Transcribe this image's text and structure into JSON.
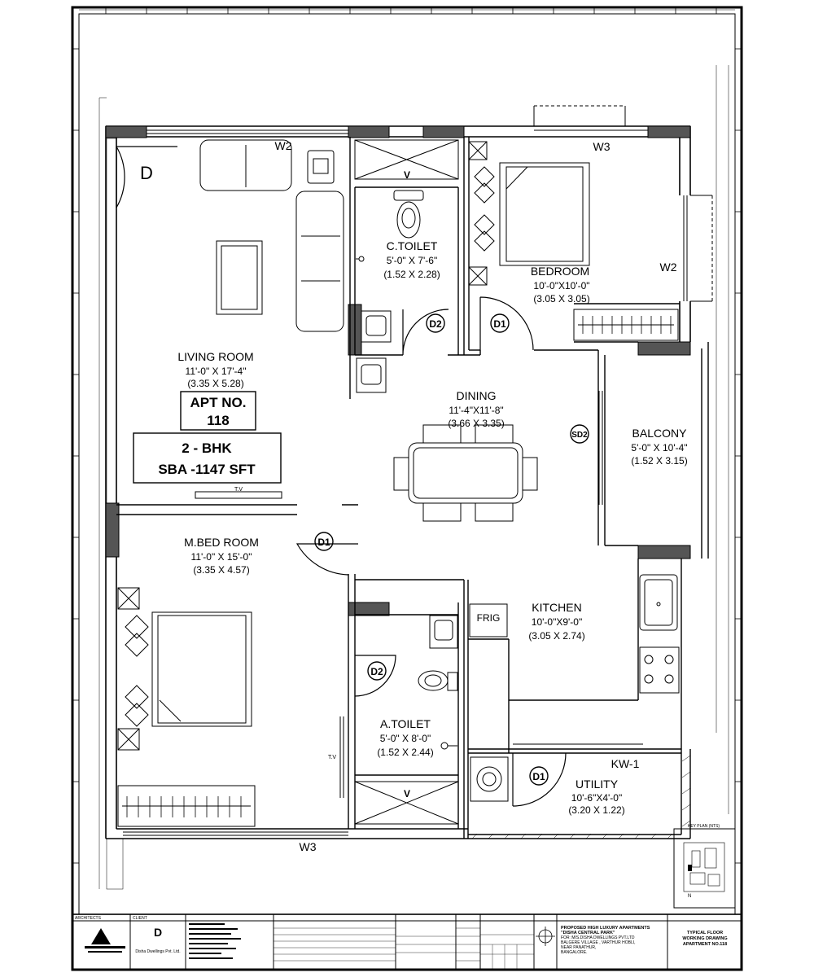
{
  "rooms": {
    "living": {
      "name": "LIVING ROOM",
      "size": "11'-0\" X 17'-4\"",
      "metric": "(3.35 X 5.28)"
    },
    "ctoilet": {
      "name": "C.TOILET",
      "size": "5'-0\" X 7'-6\"",
      "metric": "(1.52 X 2.28)"
    },
    "bedroom": {
      "name": "BEDROOM",
      "size": "10'-0\"X10'-0\"",
      "metric": "(3.05 X 3.05)"
    },
    "dining": {
      "name": "DINING",
      "size": "11'-4\"X11'-8\"",
      "metric": "(3.66 X 3.35)"
    },
    "balcony": {
      "name": "BALCONY",
      "size": "5'-0\" X 10'-4\"",
      "metric": "(1.52 X 3.15)"
    },
    "mbed": {
      "name": "M.BED ROOM",
      "size": "11'-0\" X 15'-0\"",
      "metric": "(3.35 X 4.57)"
    },
    "kitchen": {
      "name": "KITCHEN",
      "size": "10'-0\"X9'-0\"",
      "metric": "(3.05 X 2.74)"
    },
    "atoilet": {
      "name": "A.TOILET",
      "size": "5'-0\" X 8'-0\"",
      "metric": "(1.52 X 2.44)"
    },
    "utility": {
      "name": "UTILITY",
      "size": "10'-6\"X4'-0\"",
      "metric": "(3.20 X 1.22)"
    }
  },
  "apt": {
    "line1": "APT NO.",
    "line2": "118"
  },
  "unit": {
    "line1": "2 - BHK",
    "line2": "SBA -1147 SFT"
  },
  "openings": {
    "main_door": "D",
    "d1": "D1",
    "d2": "D2",
    "sd2": "SD2",
    "w2": "W2",
    "w3": "W3",
    "kw1": "KW-1",
    "v": "V",
    "frig": "FRIG",
    "tv": "T.V"
  },
  "title_block": {
    "architects": "ARCHITECTS",
    "client": "CLIENT",
    "client_name": "Disha Dwellings Pvt. Ltd.",
    "project_line1": "PROPOSED HIGH LUXURY APARTMENTS",
    "project_line2": "\"DISHA CENTRAL PARK\"",
    "project_line3": "FOR :M/S.DISHA DWELLINGS PVT.LTD",
    "project_line4": "BALGERE VILLAGE , VARTHUR HOBLI,",
    "project_line5": "NEAR PANATHUR,",
    "project_line6": "BANGALORE.",
    "drawing_line1": "TYPICAL FLOOR",
    "drawing_line2": "WORKING DRAWING",
    "drawing_line3": "APARTMENT NO.118"
  },
  "key_plan": {
    "label": "KEY PLAN (NTS)",
    "north": "N"
  }
}
